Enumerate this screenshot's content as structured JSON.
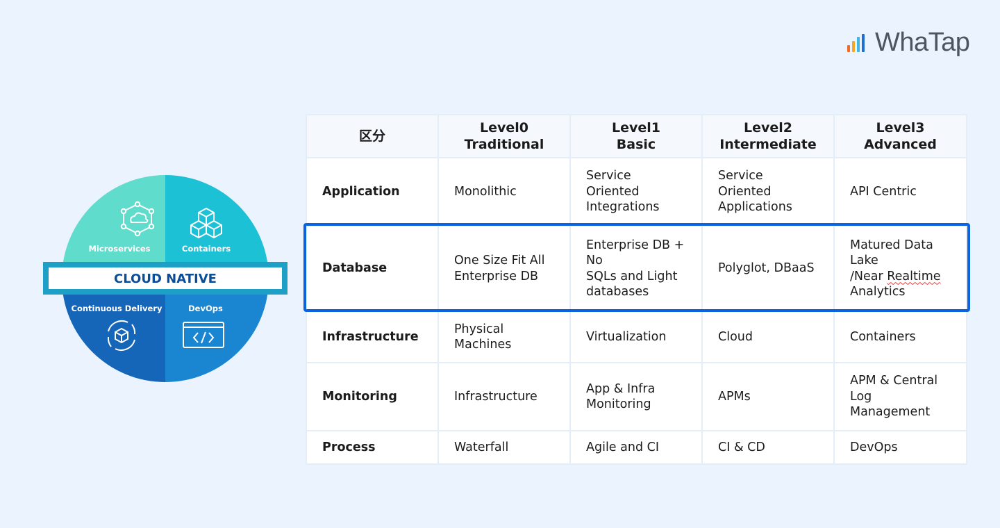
{
  "logo": {
    "text": "WhaTap",
    "bar_colors": [
      "#f26b21",
      "#f5a623",
      "#3db7e4",
      "#1f6fd1"
    ]
  },
  "diagram": {
    "banner": "CLOUD NATIVE",
    "quadrants": [
      {
        "label": "Microservices",
        "icon": "network-cloud-icon",
        "color": "#5fdccc"
      },
      {
        "label": "Containers",
        "icon": "stacked-boxes-icon",
        "color": "#1cc1d6"
      },
      {
        "label": "Continuous Delivery",
        "icon": "cycle-box-icon",
        "color": "#1565b8"
      },
      {
        "label": "DevOps",
        "icon": "code-window-icon",
        "color": "#1a86d1"
      }
    ]
  },
  "table": {
    "headers": [
      {
        "line1": "区分",
        "line2": ""
      },
      {
        "line1": "Level0",
        "line2": "Traditional"
      },
      {
        "line1": "Level1",
        "line2": "Basic"
      },
      {
        "line1": "Level2",
        "line2": "Intermediate"
      },
      {
        "line1": "Level3",
        "line2": "Advanced"
      }
    ],
    "rows": [
      {
        "label": "Application",
        "cells": [
          "Monolithic",
          "Service\nOriented\nIntegrations",
          "Service\nOriented\nApplications",
          "API Centric"
        ]
      },
      {
        "label": "Database",
        "cells": [
          "One Size Fit All\nEnterprise DB",
          "Enterprise DB +\nNo\nSQLs and Light\ndatabases",
          "Polyglot, DBaaS",
          "Matured Data\nLake\n/Near Realtime\nAnalytics"
        ]
      },
      {
        "label": "Infrastructure",
        "cells": [
          "Physical\nMachines",
          "Virtualization",
          "Cloud",
          "Containers"
        ]
      },
      {
        "label": "Monitoring",
        "cells": [
          "Infrastructure",
          "App & Infra\nMonitoring",
          "APMs",
          "APM & Central\nLog\nManagement"
        ]
      },
      {
        "label": "Process",
        "cells": [
          "Waterfall",
          "Agile and CI",
          "CI & CD",
          "DevOps"
        ]
      }
    ],
    "highlight_color": "#0b63e0"
  }
}
